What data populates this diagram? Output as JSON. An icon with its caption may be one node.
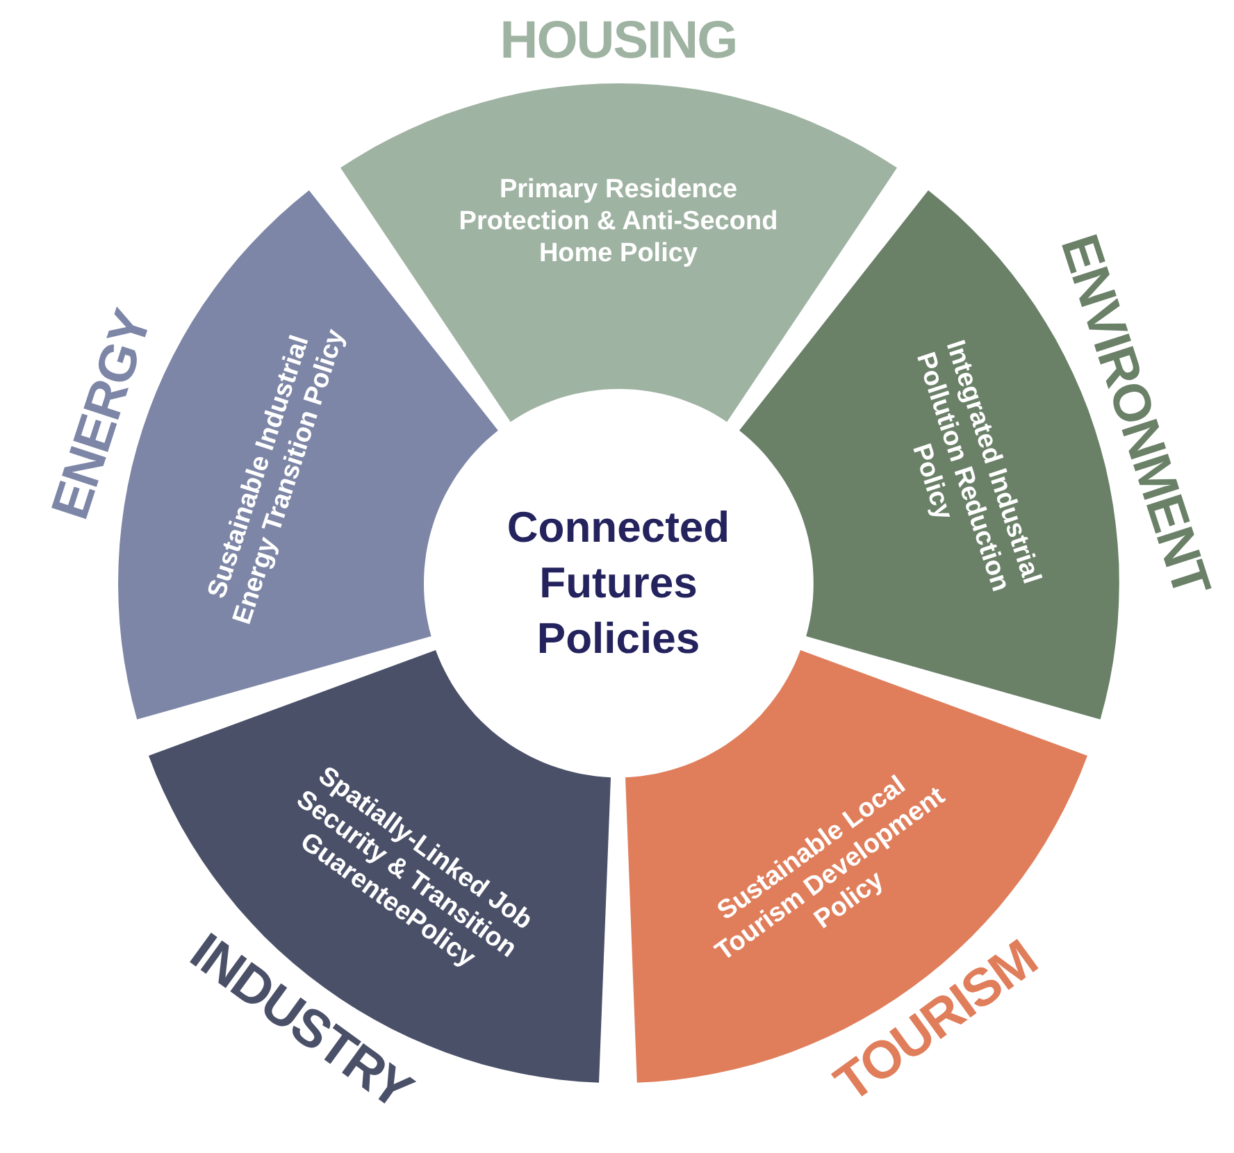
{
  "diagram": {
    "nodes": [
      {
        "text": [
          "Connected Futures Policies"
        ]
      },
      {
        "text": [
          "HOUSING",
          "Primary Residence Protection & Anti-Second Home Policy"
        ]
      },
      {
        "text": [
          "ENVIRONMENT",
          "Integrated Industrial Pollution Reduction Policy"
        ]
      },
      {
        "text": [
          "TOURISM",
          "Sustainable Local Tourism Development Policy"
        ]
      },
      {
        "text": [
          "INDUSTRY",
          "Spatially-Linked Job Security & Transition GuarenteePolicy"
        ]
      },
      {
        "text": [
          "ENERGY",
          "Sustainable Industrial Energy Transition Policy"
        ]
      }
    ],
    "edges": []
  }
}
